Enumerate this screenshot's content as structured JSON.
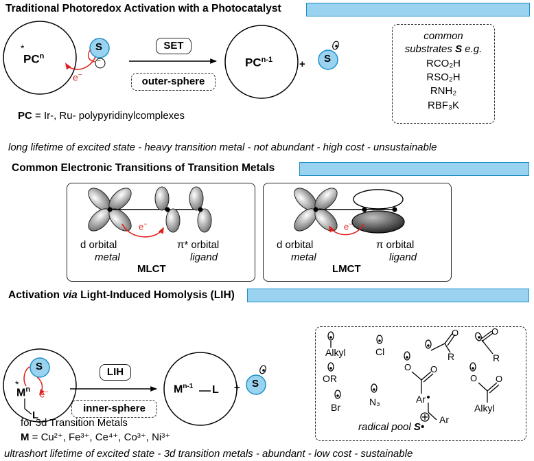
{
  "sections": {
    "s1_title": "Traditional Photoredox Activation with a Photocatalyst",
    "s2_title": "Common Electronic Transitions of Transition Metals",
    "s3_title_pre": "Activation ",
    "s3_title_via": "via",
    "s3_title_post": " Light-Induced Homolysis (LIH)"
  },
  "photoredox": {
    "pc_star": "*",
    "pc_label": "PC",
    "pc_sup": "n",
    "substrate": "S",
    "electron": "e",
    "minus": "−",
    "charge": "⊖",
    "set_label": "SET",
    "outer_sphere": "outer-sphere",
    "product_pc": "PC",
    "product_sup": "n-1",
    "plus": "+",
    "pc_def_bold": "PC",
    "pc_def": " = Ir-, Ru- polypyridinylcomplexes",
    "substrates_title_1": "common",
    "substrates_title_2a": "substrates ",
    "substrates_title_2b": "S",
    "substrates_title_2c": " e.g.",
    "substrates": [
      "RCO₂H",
      "RSO₂H",
      "RNH₂",
      "RBF₃K"
    ],
    "drawback": "long lifetime of excited state - heavy transition metal -  not abundant - high cost - unsustainable"
  },
  "transitions": {
    "mlct": {
      "left1": "d orbital",
      "left2": "metal",
      "right1": "π* orbital",
      "right2": "ligand",
      "name": "MLCT",
      "electron": "e"
    },
    "lmct": {
      "left1": "d orbital",
      "left2": "metal",
      "right1": "π orbital",
      "right2": "ligand",
      "name": "LMCT",
      "electron": "e"
    }
  },
  "lih": {
    "substrate": "S",
    "metal_star": "*",
    "metal": "M",
    "metal_sup": "n",
    "ligand": "L",
    "electron": "e",
    "lih_label": "LIH",
    "inner_sphere": "inner-sphere",
    "product_metal": "M",
    "product_sup": "n-1",
    "product_ligand": "L",
    "plus": "+",
    "for_3d": "for 3d Transition Metals",
    "m_def_bold": "M",
    "m_def": " = Cu²⁺, Fe³⁺, Ce⁴⁺, Co³⁺, Ni³⁺",
    "benefit": "ultrashort lifetime of excited state - 3d transition metals -    abundant - low cost - sustainable",
    "pool": {
      "alkyl": "Alkyl",
      "cl": "Cl",
      "r1": "R",
      "r2": "R",
      "or": "OR",
      "br": "Br",
      "n3": "N₃",
      "ar1": "Ar",
      "ar2": "Ar",
      "alkyl2": "Alkyl",
      "o1": "O",
      "o2": "O",
      "o3": "O",
      "o4": "O",
      "o5": "O",
      "plus": "+",
      "caption": "radical pool ",
      "caption_s": "S•"
    }
  }
}
